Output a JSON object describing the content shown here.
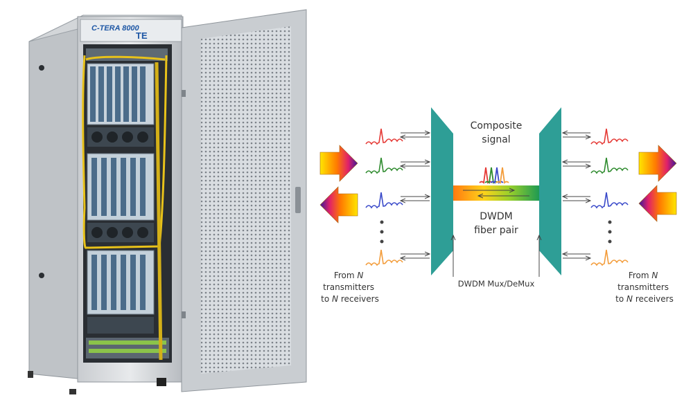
{
  "cabinet": {
    "brand": "C-TERA 8000",
    "logo": "TE"
  },
  "diagram": {
    "composite_signal_label": [
      "Composite",
      "signal"
    ],
    "fiber_label": [
      "DWDM",
      "fiber pair"
    ],
    "mux_label": "DWDM Mux/DeMux",
    "left_caption": {
      "line1_prefix": "From ",
      "line1_var": "N",
      "line2": "transmitters",
      "line3_prefix": "to ",
      "line3_var": "N",
      "line3_suffix": " receivers"
    },
    "right_caption": {
      "line1_prefix": "From ",
      "line1_var": "N",
      "line2": "transmitters",
      "line3_prefix": "to ",
      "line3_var": "N",
      "line3_suffix": " receivers"
    },
    "channel_colors": [
      "#e53935",
      "#2e8b2e",
      "#3949c9",
      "#f39c3a"
    ],
    "mux_color": "#2e9e96"
  }
}
